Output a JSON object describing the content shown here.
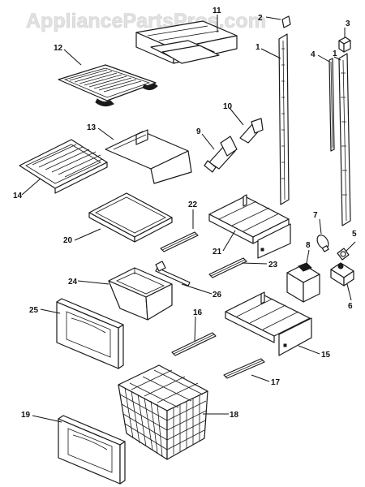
{
  "watermark": "AppliancePartsPros.com",
  "callouts": {
    "c1": "1",
    "c2": "2",
    "c3": "3",
    "c4": "4",
    "c5": "5",
    "c6": "6",
    "c7": "7",
    "c8": "8",
    "c9": "9",
    "c10": "10",
    "c11": "11",
    "c12": "12",
    "c13": "13",
    "c14": "14",
    "c15": "15",
    "c16": "16",
    "c17": "17",
    "c18": "18",
    "c19": "19",
    "c20": "20",
    "c21": "21",
    "c22": "22",
    "c23": "23",
    "c24": "24",
    "c25": "25",
    "c26": "26"
  },
  "colors": {
    "line": "#1a1a1a",
    "background": "#ffffff",
    "watermark": "#e2e2e2"
  }
}
